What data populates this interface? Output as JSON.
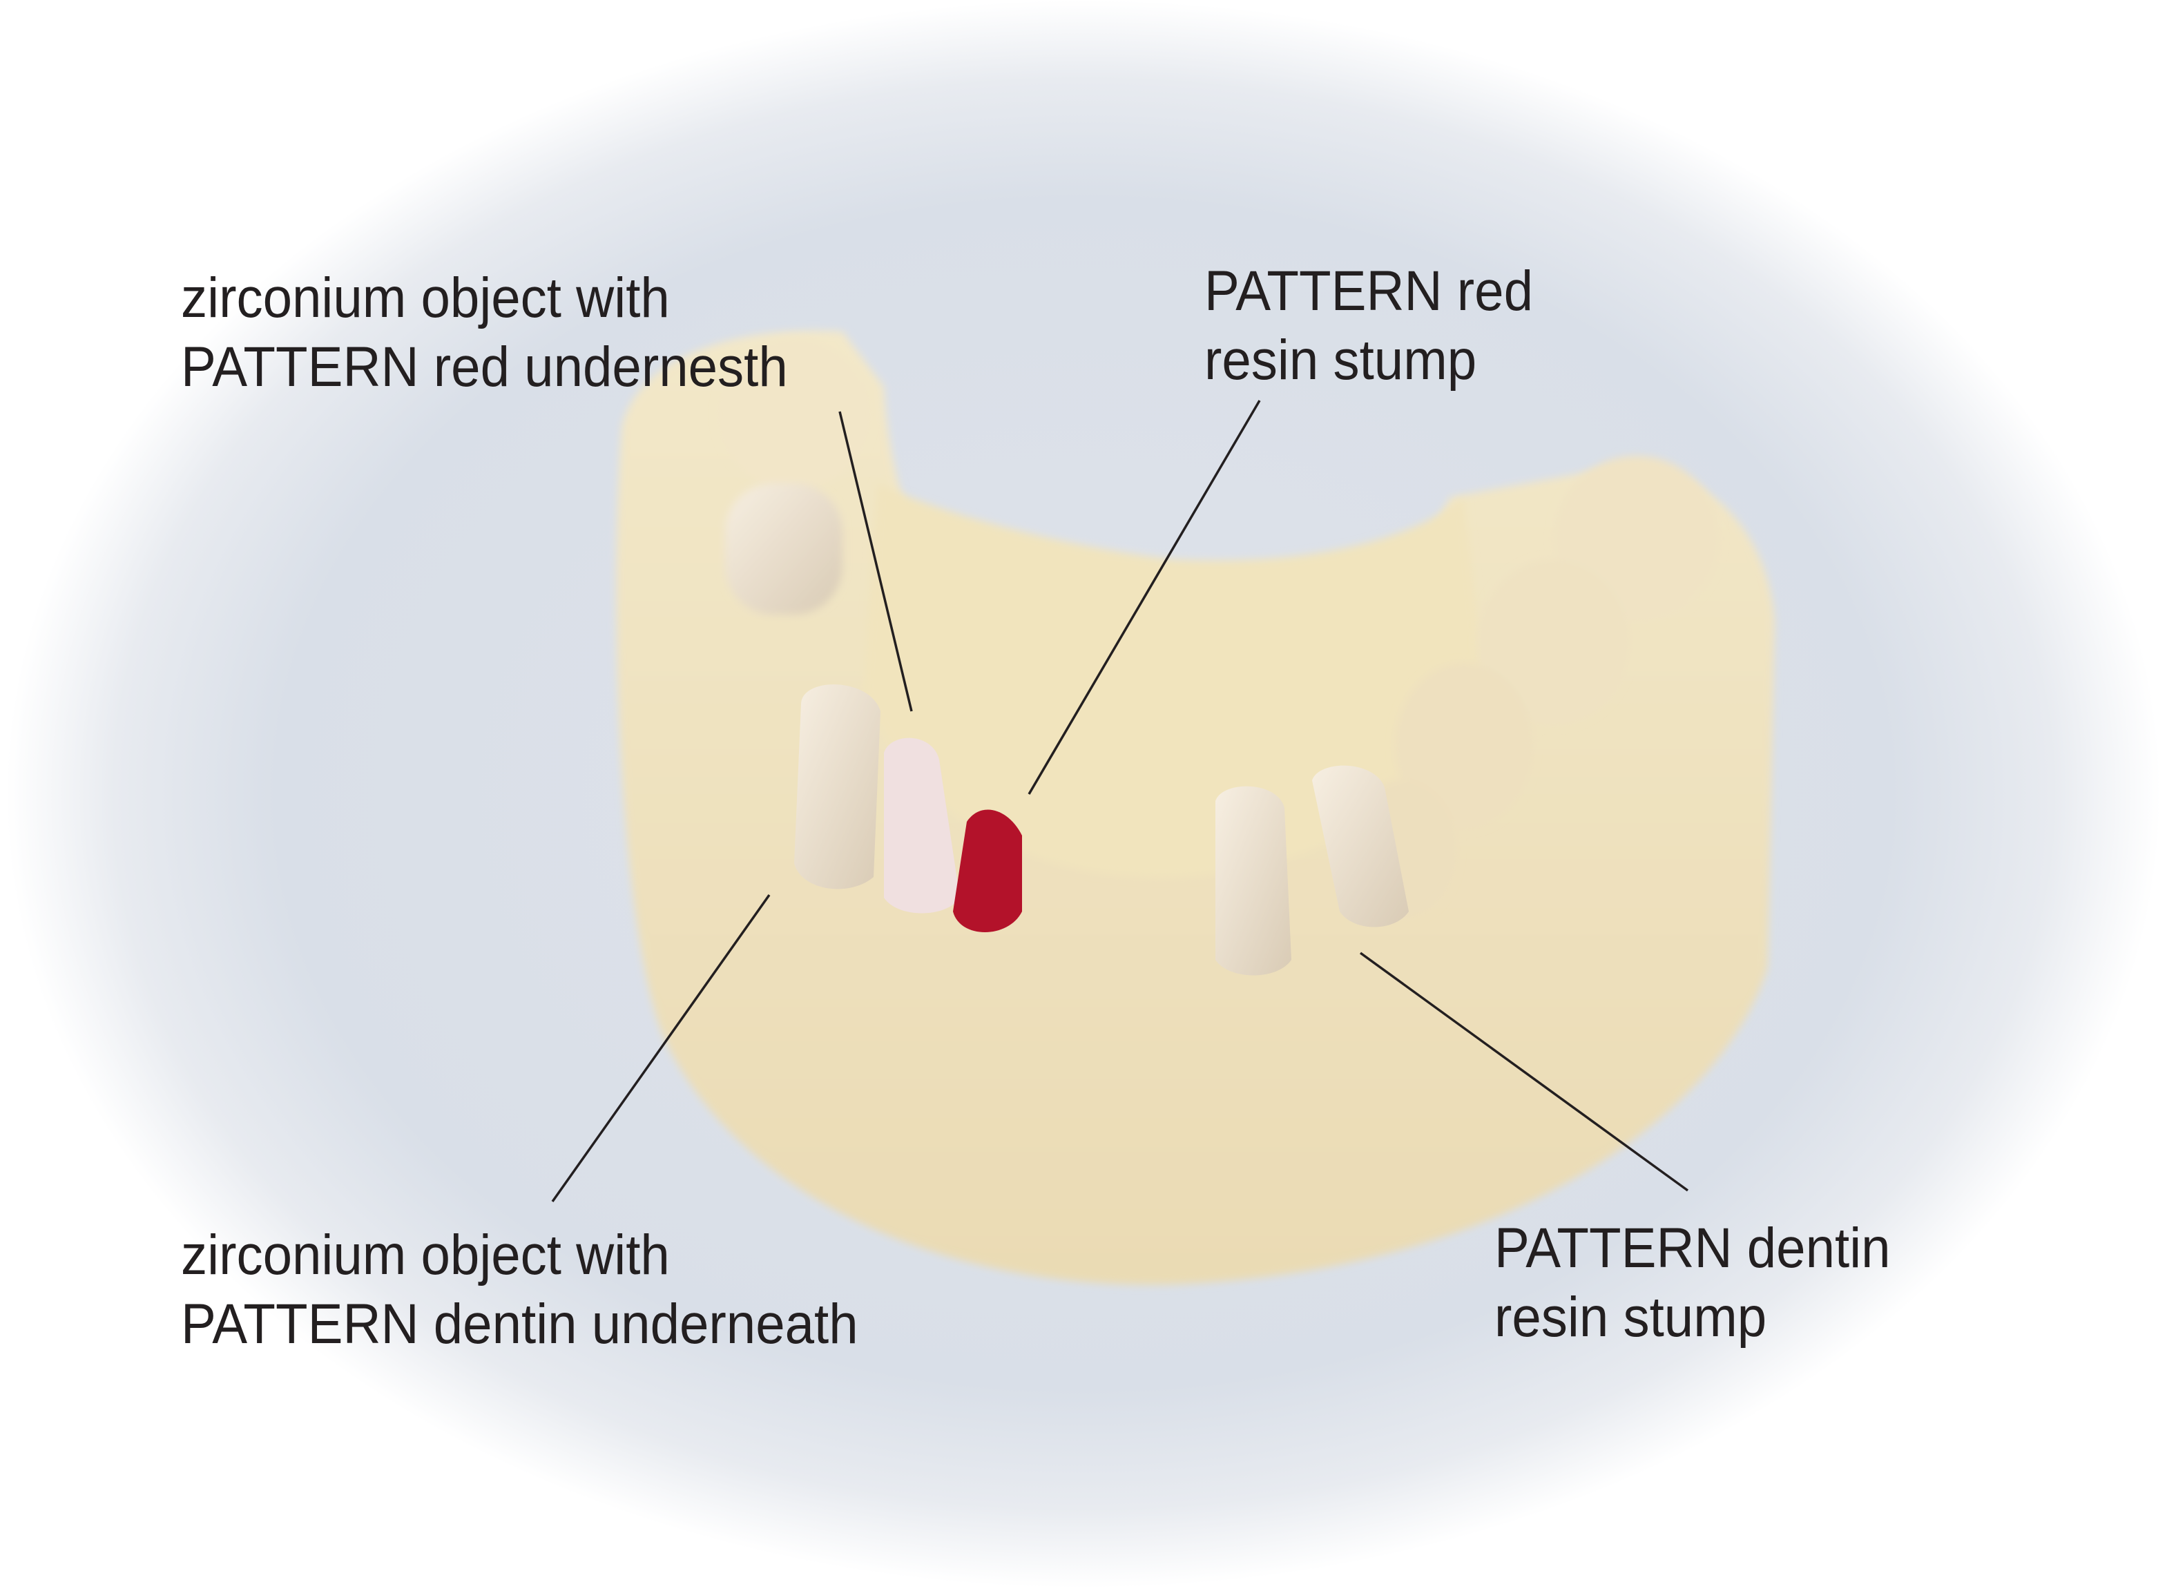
{
  "labels": [
    {
      "lines": [
        "zirconium object with",
        "PATTERN red undernesth"
      ]
    },
    {
      "lines": [
        "PATTERN red",
        "resin stump"
      ]
    },
    {
      "lines": [
        "zirconium object with",
        "PATTERN dentin underneath"
      ]
    },
    {
      "lines": [
        "PATTERN dentin",
        "resin stump"
      ]
    }
  ],
  "colors": {
    "background": "#dde3ea",
    "stone": "#efe3c3",
    "red_resin": "#b3122a",
    "text": "#231f20"
  }
}
